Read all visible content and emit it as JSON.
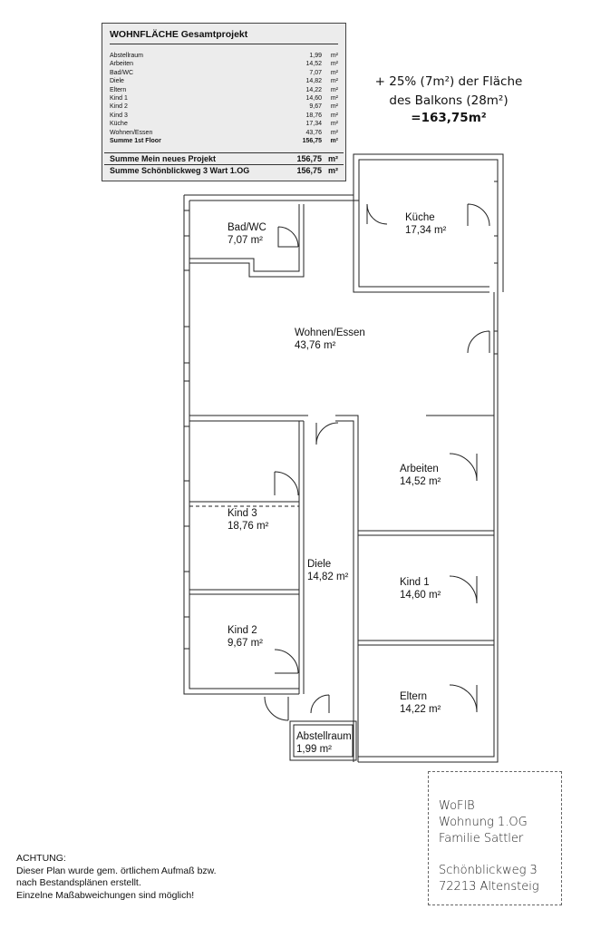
{
  "area_table": {
    "title": "WOHNFLÄCHE Gesamtprojekt",
    "unit": "m²",
    "rows": [
      {
        "name": "Abstellraum",
        "value": "1,99"
      },
      {
        "name": "Arbeiten",
        "value": "14,52"
      },
      {
        "name": "Bad/WC",
        "value": "7,07"
      },
      {
        "name": "Diele",
        "value": "14,82"
      },
      {
        "name": "Eltern",
        "value": "14,22"
      },
      {
        "name": "Kind 1",
        "value": "14,60"
      },
      {
        "name": "Kind 2",
        "value": "9,67"
      },
      {
        "name": "Kind 3",
        "value": "18,76"
      },
      {
        "name": "Küche",
        "value": "17,34"
      },
      {
        "name": "Wohnen/Essen",
        "value": "43,76"
      }
    ],
    "floor_sum": {
      "name": "Summe 1st Floor",
      "value": "156,75"
    },
    "project_sum": {
      "name": "Summe Mein neues Projekt",
      "value": "156,75"
    },
    "address_sum": {
      "name": "Summe Schönblickweg 3 Wart 1.OG",
      "value": "156,75"
    }
  },
  "balcony_note": {
    "line1": "+ 25% (7m²) der Fläche",
    "line2": "des Balkons (28m²)",
    "line3": "=163,75m²"
  },
  "rooms": {
    "bad": {
      "name": "Bad/WC",
      "area": "7,07 m²"
    },
    "kueche": {
      "name": "Küche",
      "area": "17,34 m²"
    },
    "wohnen": {
      "name": "Wohnen/Essen",
      "area": "43,76 m²"
    },
    "arbeiten": {
      "name": "Arbeiten",
      "area": "14,52 m²"
    },
    "kind3": {
      "name": "Kind 3",
      "area": "18,76 m²"
    },
    "diele": {
      "name": "Diele",
      "area": "14,82 m²"
    },
    "kind1": {
      "name": "Kind 1",
      "area": "14,60 m²"
    },
    "kind2": {
      "name": "Kind 2",
      "area": "9,67 m²"
    },
    "eltern": {
      "name": "Eltern",
      "area": "14,22 m²"
    },
    "abstell": {
      "name": "Abstellraum",
      "area": "1,99 m²"
    }
  },
  "title_block": {
    "line1": "WoFlB",
    "line2": "Wohnung 1.OG",
    "line3": "Familie Sattler",
    "line4": "Schönblickweg 3",
    "line5": "72213 Altensteig"
  },
  "warning": {
    "line1": "ACHTUNG:",
    "line2": "Dieser Plan wurde gem. örtlichem Aufmaß bzw.",
    "line3": "nach Bestandsplänen erstellt.",
    "line4": "Einzelne Maßabweichungen sind möglich!"
  }
}
